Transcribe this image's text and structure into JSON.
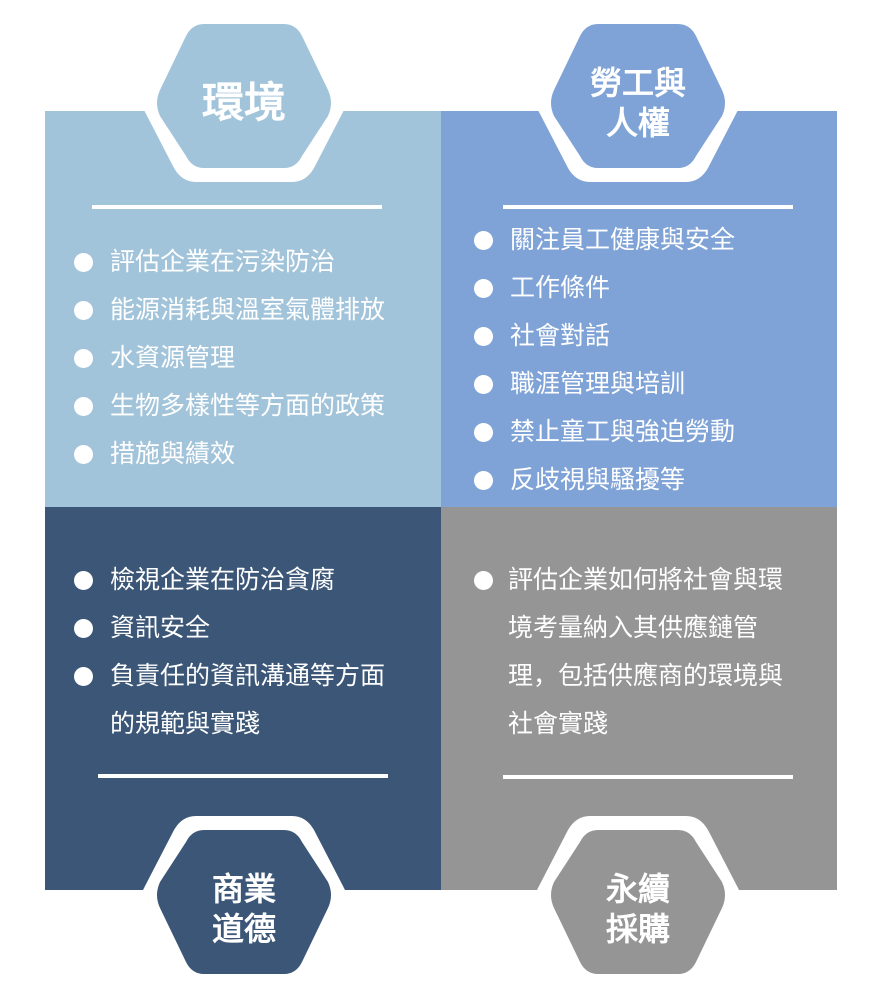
{
  "colors": {
    "environment": "#a2c4da",
    "labor": "#7fa3d6",
    "ethics": "#3b5677",
    "procurement": "#959595",
    "text": "#ffffff"
  },
  "quadrants": {
    "environment": {
      "title_lines": [
        "環境"
      ],
      "items": [
        "評估企業在污染防治",
        "能源消耗與溫室氣體排放",
        "水資源管理",
        "生物多樣性等方面的政策",
        "措施與績效"
      ]
    },
    "labor": {
      "title_lines": [
        "勞工與",
        "人權"
      ],
      "items": [
        "關注員工健康與安全",
        "工作條件",
        "社會對話",
        "職涯管理與培訓",
        "禁止童工與強迫勞動",
        "反歧視與騷擾等"
      ]
    },
    "ethics": {
      "title_lines": [
        "商業",
        "道德"
      ],
      "items": [
        "檢視企業在防治貪腐",
        "資訊安全",
        "負責任的資訊溝通等方面的規範與實踐"
      ]
    },
    "procurement": {
      "title_lines": [
        "永續",
        "採購"
      ],
      "items": [
        "評估企業如何將社會與環境考量納入其供應鏈管理，包括供應商的環境與社會實踐"
      ]
    }
  }
}
